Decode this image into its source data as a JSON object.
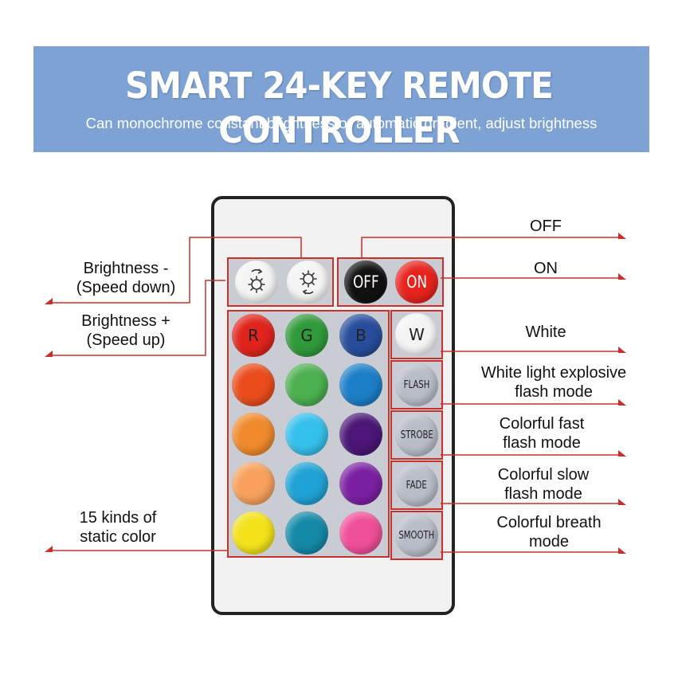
{
  "banner": {
    "title": "SMART 24-KEY REMOTE CONTROLLER",
    "subtitle": "Can monochrome constant brightness or automatic gradient, adjust brightness",
    "background_color": "#7da2d3"
  },
  "remote": {
    "top_row": {
      "brightness_down_icon": "sun-arrow-icon",
      "brightness_up_icon": "sun-arrow-icon",
      "off_label": "OFF",
      "on_label": "ON",
      "off_color": "#111111",
      "on_color": "#e8231d"
    },
    "color_rows": [
      [
        {
          "label": "R",
          "color": "#e0241c"
        },
        {
          "label": "G",
          "color": "#2f9a3a"
        },
        {
          "label": "B",
          "color": "#274d9c"
        }
      ],
      [
        {
          "label": "",
          "color": "#ea4c1c"
        },
        {
          "label": "",
          "color": "#4caf50"
        },
        {
          "label": "",
          "color": "#1c7ec7"
        }
      ],
      [
        {
          "label": "",
          "color": "#f08a2c"
        },
        {
          "label": "",
          "color": "#35c0ec"
        },
        {
          "label": "",
          "color": "#4b1677"
        }
      ],
      [
        {
          "label": "",
          "color": "#f7a15c"
        },
        {
          "label": "",
          "color": "#1fa2d6"
        },
        {
          "label": "",
          "color": "#7b1fa2"
        }
      ],
      [
        {
          "label": "",
          "color": "#f3e21a"
        },
        {
          "label": "",
          "color": "#1489a8"
        },
        {
          "label": "",
          "color": "#ef4f97"
        }
      ]
    ],
    "mode_keys": [
      {
        "label": "W",
        "color": "#f4f4f4"
      },
      {
        "label": "FLASH",
        "color": "#b9bdc8"
      },
      {
        "label": "STROBE",
        "color": "#b9bdc8"
      },
      {
        "label": "FADE",
        "color": "#b9bdc8"
      },
      {
        "label": "SMOOTH",
        "color": "#b9bdc8"
      }
    ]
  },
  "callouts": {
    "brightness_down": [
      "Brightness -",
      "(Speed down)"
    ],
    "brightness_up": [
      "Brightness +",
      "(Speed up)"
    ],
    "static_color": [
      "15 kinds of",
      "static color"
    ],
    "off": [
      "OFF"
    ],
    "on": [
      "ON"
    ],
    "white": [
      "White"
    ],
    "flash": [
      "White light explosive",
      "flash mode"
    ],
    "strobe": [
      "Colorful fast",
      "flash mode"
    ],
    "fade": [
      "Colorful slow",
      "flash mode"
    ],
    "smooth": [
      "Colorful breath",
      "mode"
    ]
  },
  "accent_color": "#c9302c"
}
